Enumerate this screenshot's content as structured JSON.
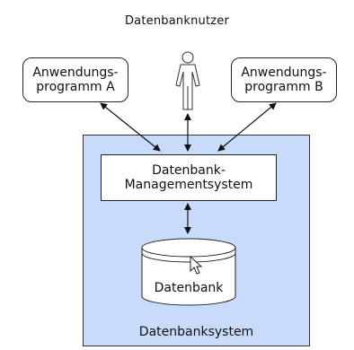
{
  "diagram": {
    "top_label": "Datenbanknutzer",
    "app_a": {
      "line1": "Anwendungs-",
      "line2": "programm A"
    },
    "app_b": {
      "line1": "Anwendungs-",
      "line2": "programm B"
    },
    "dbms": {
      "line1": "Datenbank-",
      "line2": "Managementsystem"
    },
    "database_label": "Datenbank",
    "system_label": "Datenbanksystem"
  },
  "colors": {
    "system_fill": "#c9dbfa",
    "stroke": "#222222"
  },
  "icons": [
    "user-figure-icon",
    "mouse-cursor-icon",
    "arrow-icon"
  ]
}
